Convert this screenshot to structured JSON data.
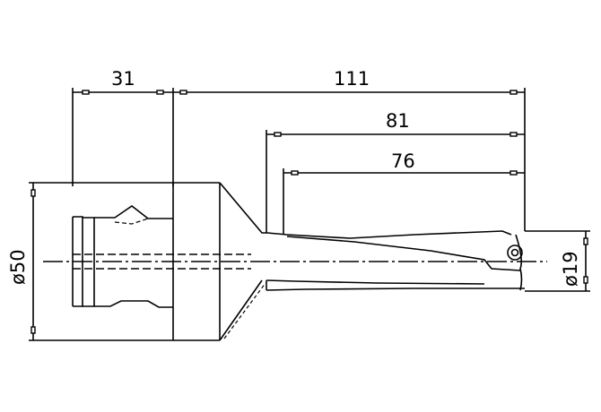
{
  "drawing": {
    "title": "Drill holder with insert - dimensioned side view",
    "line_color": "#000000",
    "background": "#ffffff"
  },
  "dimensions": {
    "shank_length": "31",
    "overall_length": "111",
    "body_length": "81",
    "flute_length": "76",
    "shank_diameter": "ø50",
    "drill_diameter": "ø19"
  }
}
